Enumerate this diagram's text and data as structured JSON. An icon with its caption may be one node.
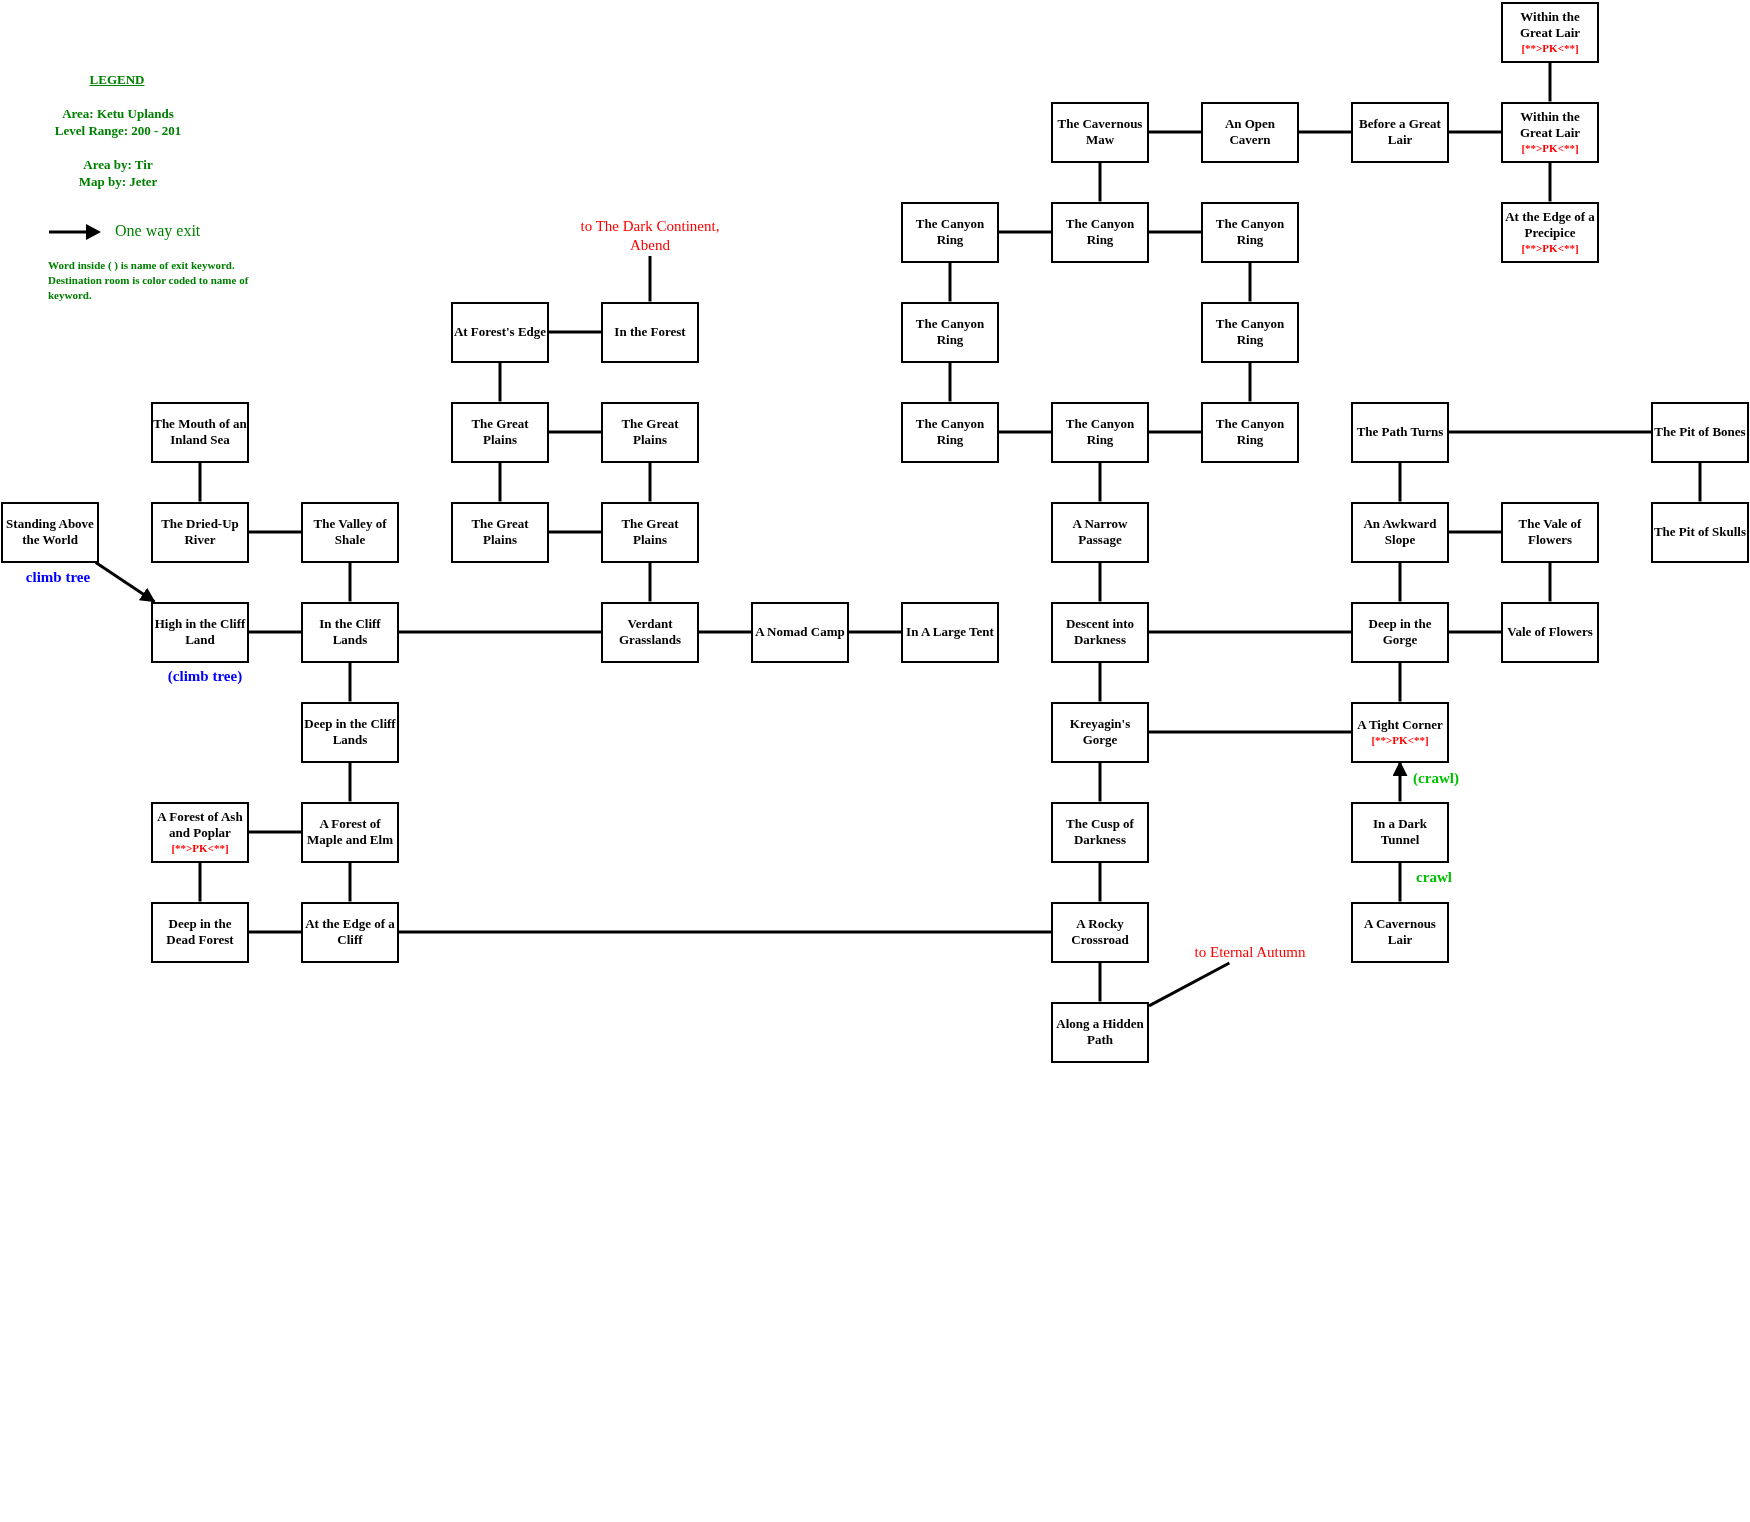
{
  "diagram": {
    "nodes": [
      {
        "text": [
          "Standing Above the World"
        ]
      },
      {
        "text": [
          "The Mouth of an Inland Sea"
        ]
      },
      {
        "text": [
          "The Dried-Up River"
        ]
      },
      {
        "text": [
          "The Valley of Shale"
        ]
      },
      {
        "text": [
          "High in the Cliff Land"
        ],
        "beside": [
          "(climb tree)"
        ]
      },
      {
        "text": [
          "In the Cliff Lands"
        ]
      },
      {
        "text": [
          "Deep in the Cliff Lands"
        ]
      },
      {
        "text": [
          "A Forest of Ash and Poplar",
          "[**>PK<**]"
        ]
      },
      {
        "text": [
          "A Forest of Maple and Elm"
        ]
      },
      {
        "text": [
          "Deep in the Dead Forest"
        ]
      },
      {
        "text": [
          "At the Edge of a Cliff"
        ]
      },
      {
        "text": [
          "At Forest's Edge"
        ]
      },
      {
        "text": [
          "In the Forest"
        ]
      },
      {
        "text": [
          "The Great Plains"
        ]
      },
      {
        "text": [
          "The Great Plains"
        ]
      },
      {
        "text": [
          "The Great Plains"
        ]
      },
      {
        "text": [
          "The Great Plains"
        ]
      },
      {
        "text": [
          "Verdant Grasslands"
        ]
      },
      {
        "text": [
          "A Nomad Camp"
        ]
      },
      {
        "text": [
          "In A Large Tent"
        ]
      },
      {
        "text": [
          "The Canyon Ring"
        ]
      },
      {
        "text": [
          "The Canyon Ring"
        ]
      },
      {
        "text": [
          "The Canyon Ring"
        ]
      },
      {
        "text": [
          "The Cavernous Maw"
        ]
      },
      {
        "text": [
          "The Canyon Ring"
        ]
      },
      {
        "text": [
          "The Canyon Ring"
        ]
      },
      {
        "text": [
          "An Open Cavern"
        ]
      },
      {
        "text": [
          "The Canyon Ring"
        ]
      },
      {
        "text": [
          "The Canyon Ring"
        ]
      },
      {
        "text": [
          "The Canyon Ring"
        ]
      },
      {
        "text": [
          "A Narrow Passage"
        ]
      },
      {
        "text": [
          "Descent into Darkness"
        ]
      },
      {
        "text": [
          "Kreyagin's Gorge"
        ]
      },
      {
        "text": [
          "The Cusp of Darkness"
        ]
      },
      {
        "text": [
          "A Rocky Crossroad"
        ]
      },
      {
        "text": [
          "Along a Hidden Path"
        ]
      },
      {
        "text": [
          "Before a Great Lair"
        ]
      },
      {
        "text": [
          "Within the Great Lair",
          "[**>PK<**]"
        ]
      },
      {
        "text": [
          "Within the Great Lair",
          "[**>PK<**]"
        ]
      },
      {
        "text": [
          "At the Edge of a Precipice",
          "[**>PK<**]"
        ]
      },
      {
        "text": [
          "The Path Turns"
        ]
      },
      {
        "text": [
          "The Pit of Bones"
        ]
      },
      {
        "text": [
          "The Pit of Skulls"
        ]
      },
      {
        "text": [
          "An Awkward Slope"
        ]
      },
      {
        "text": [
          "The Vale of Flowers"
        ]
      },
      {
        "text": [
          "Deep in the Gorge"
        ]
      },
      {
        "text": [
          "Vale of Flowers"
        ]
      },
      {
        "text": [
          "A Tight Corner",
          "[**>PK<**]"
        ],
        "beside": [
          "(crawl)"
        ]
      },
      {
        "text": [
          "In a Dark Tunnel"
        ]
      },
      {
        "text": [
          "A Cavernous Lair"
        ]
      },
      {
        "text": [
          "to The Dark Continent, Abend"
        ]
      },
      {
        "text": [
          "to Eternal Autumn"
        ]
      }
    ],
    "edges": [
      {
        "from": 0,
        "to": 4,
        "arrow": "to",
        "label": "climb tree"
      },
      {
        "from": 1,
        "to": 2,
        "arrow": "none"
      },
      {
        "from": 2,
        "to": 3,
        "arrow": "none"
      },
      {
        "from": 3,
        "to": 5,
        "arrow": "none"
      },
      {
        "from": 4,
        "to": 5,
        "arrow": "none"
      },
      {
        "from": 5,
        "to": 6,
        "arrow": "none"
      },
      {
        "from": 5,
        "to": 17,
        "arrow": "none"
      },
      {
        "from": 6,
        "to": 8,
        "arrow": "none"
      },
      {
        "from": 7,
        "to": 8,
        "arrow": "none"
      },
      {
        "from": 7,
        "to": 9,
        "arrow": "none"
      },
      {
        "from": 8,
        "to": 10,
        "arrow": "none"
      },
      {
        "from": 9,
        "to": 10,
        "arrow": "none"
      },
      {
        "from": 10,
        "to": 34,
        "arrow": "none"
      },
      {
        "from": 11,
        "to": 12,
        "arrow": "none"
      },
      {
        "from": 12,
        "to": 50,
        "arrow": "none"
      },
      {
        "from": 11,
        "to": 13,
        "arrow": "none"
      },
      {
        "from": 13,
        "to": 14,
        "arrow": "none"
      },
      {
        "from": 13,
        "to": 15,
        "arrow": "none"
      },
      {
        "from": 14,
        "to": 16,
        "arrow": "none"
      },
      {
        "from": 15,
        "to": 16,
        "arrow": "none"
      },
      {
        "from": 16,
        "to": 17,
        "arrow": "none"
      },
      {
        "from": 17,
        "to": 18,
        "arrow": "none"
      },
      {
        "from": 18,
        "to": 19,
        "arrow": "none"
      },
      {
        "from": 20,
        "to": 21,
        "arrow": "none"
      },
      {
        "from": 21,
        "to": 22,
        "arrow": "none"
      },
      {
        "from": 20,
        "to": 24,
        "arrow": "none"
      },
      {
        "from": 22,
        "to": 25,
        "arrow": "none"
      },
      {
        "from": 23,
        "to": 24,
        "arrow": "none"
      },
      {
        "from": 24,
        "to": 27,
        "arrow": "none"
      },
      {
        "from": 27,
        "to": 28,
        "arrow": "none"
      },
      {
        "from": 28,
        "to": 29,
        "arrow": "none"
      },
      {
        "from": 25,
        "to": 29,
        "arrow": "none"
      },
      {
        "from": 25,
        "to": 30,
        "arrow": "none"
      },
      {
        "from": 30,
        "to": 31,
        "arrow": "none"
      },
      {
        "from": 31,
        "to": 45,
        "arrow": "none"
      },
      {
        "from": 31,
        "to": 32,
        "arrow": "none"
      },
      {
        "from": 32,
        "to": 47,
        "arrow": "none"
      },
      {
        "from": 32,
        "to": 33,
        "arrow": "none"
      },
      {
        "from": 33,
        "to": 34,
        "arrow": "none"
      },
      {
        "from": 34,
        "to": 35,
        "arrow": "none"
      },
      {
        "from": 35,
        "to": 51,
        "arrow": "none"
      },
      {
        "from": 23,
        "to": 26,
        "arrow": "none"
      },
      {
        "from": 26,
        "to": 36,
        "arrow": "none"
      },
      {
        "from": 36,
        "to": 38,
        "arrow": "none"
      },
      {
        "from": 37,
        "to": 38,
        "arrow": "none"
      },
      {
        "from": 38,
        "to": 39,
        "arrow": "none"
      },
      {
        "from": 40,
        "to": 41,
        "arrow": "none"
      },
      {
        "from": 40,
        "to": 43,
        "arrow": "none"
      },
      {
        "from": 41,
        "to": 42,
        "arrow": "none"
      },
      {
        "from": 43,
        "to": 44,
        "arrow": "none"
      },
      {
        "from": 43,
        "to": 45,
        "arrow": "none"
      },
      {
        "from": 44,
        "to": 46,
        "arrow": "none"
      },
      {
        "from": 45,
        "to": 46,
        "arrow": "none"
      },
      {
        "from": 45,
        "to": 47,
        "arrow": "none"
      },
      {
        "from": 48,
        "to": 47,
        "arrow": "to"
      },
      {
        "from": 49,
        "to": 48,
        "arrow": "none",
        "label": "crawl"
      }
    ],
    "labels": [
      "LEGEND",
      "Area: Ketu Uplands",
      "Level Range:  200 - 201",
      "Area by: Tir",
      "Map by: Jeter",
      "Word inside ( ) is name of exit keyword. Destination room is color coded to name of keyword."
    ],
    "legend": [
      {
        "text": "One way exit"
      }
    ]
  }
}
